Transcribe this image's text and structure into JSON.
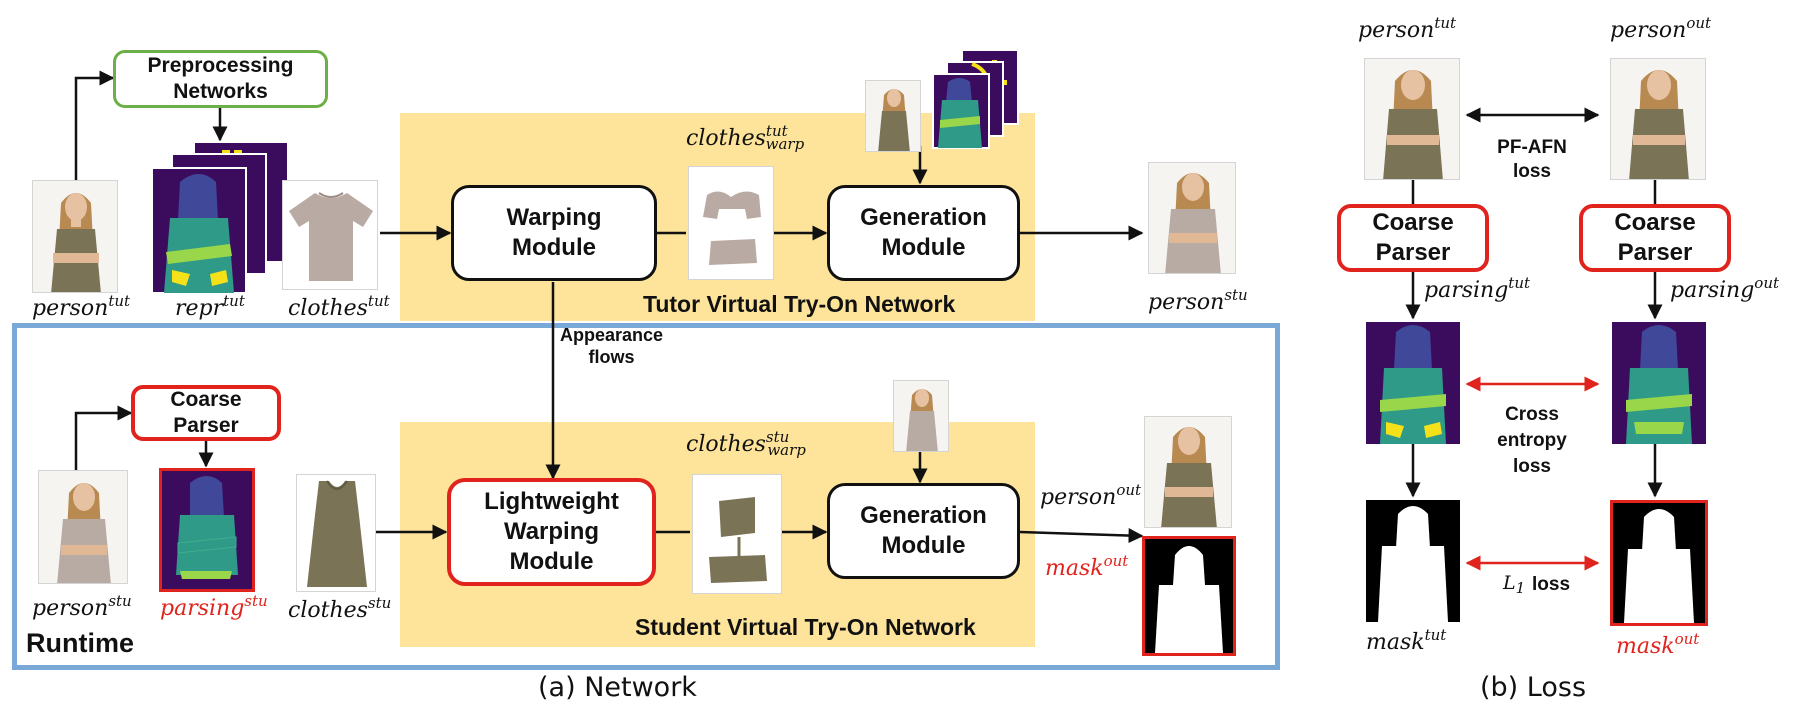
{
  "network": {
    "caption": "(a) Network",
    "preprocessing": "Preprocessing\nNetworks",
    "warping": "Warping\nModule",
    "generation_top": "Generation\nModule",
    "tutor_label": "Tutor Virtual Try-On Network",
    "appearance_flows": "Appearance\nflows",
    "coarse_parser": "Coarse\nParser",
    "lightweight": "Lightweight\nWarping\nModule",
    "generation_bottom": "Generation\nModule",
    "student_label": "Student Virtual Try-On Network",
    "runtime": "Runtime",
    "labels": {
      "person_tut": {
        "base": "person",
        "sup": "tut"
      },
      "repr_tut": {
        "base": "repr",
        "sup": "tut"
      },
      "clothes_tut": {
        "base": "clothes",
        "sup": "tut"
      },
      "clothes_warp_tut": {
        "base": "clothes",
        "sup": "tut",
        "sub": "warp"
      },
      "person_stu_out": {
        "base": "person",
        "sup": "stu"
      },
      "person_stu": {
        "base": "person",
        "sup": "stu"
      },
      "parsing_stu": {
        "base": "parsing",
        "sup": "stu"
      },
      "clothes_stu": {
        "base": "clothes",
        "sup": "stu"
      },
      "clothes_warp_stu": {
        "base": "clothes",
        "sup": "stu",
        "sub": "warp"
      },
      "person_out": {
        "base": "person",
        "sup": "out"
      },
      "mask_out": {
        "base": "mask",
        "sup": "out"
      }
    }
  },
  "loss": {
    "caption": "(b) Loss",
    "person_tut": {
      "base": "person",
      "sup": "tut"
    },
    "person_out": {
      "base": "person",
      "sup": "out"
    },
    "pfafn_loss": "PF-AFN\nloss",
    "coarse_parser_left": "Coarse\nParser",
    "coarse_parser_right": "Coarse\nParser",
    "parsing_tut": {
      "base": "parsing",
      "sup": "tut"
    },
    "parsing_out": {
      "base": "parsing",
      "sup": "out"
    },
    "cross_entropy": "Cross\nentropy\nloss",
    "l1_symbol": {
      "base": "L",
      "sub": "1"
    },
    "l1_word": "loss",
    "mask_tut": {
      "base": "mask",
      "sup": "tut"
    },
    "mask_out": {
      "base": "mask",
      "sup": "out"
    }
  },
  "colors": {
    "network_fill": "#fde49a",
    "runtime_border": "#7aa9d8",
    "accent_red": "#e0241d",
    "preprocessing_border": "#6cae48",
    "parsing_bg": "#3b0c5e",
    "parsing_head": "#40489a",
    "parsing_body": "#2e9a87",
    "parsing_arms": "#9ad64a"
  }
}
